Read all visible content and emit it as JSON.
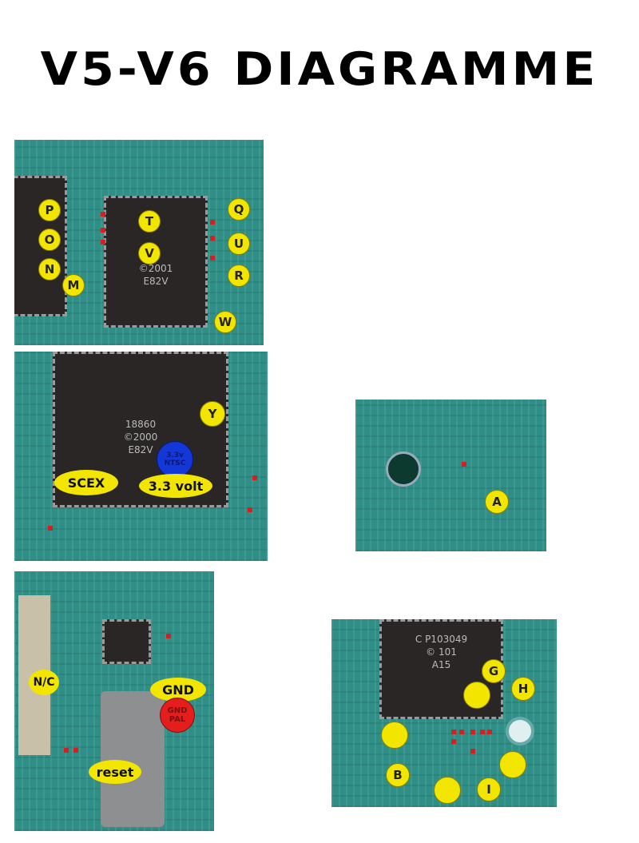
{
  "title": "V5-V6 DIAGRAMME",
  "panel1": {
    "labels": [
      "P",
      "O",
      "N",
      "M",
      "T",
      "V",
      "Q",
      "U",
      "R",
      "W"
    ],
    "chip_text": [
      "©2001",
      "E82V"
    ]
  },
  "panel2": {
    "chip_text": [
      "18860",
      "©2000",
      "E82V"
    ],
    "labels": {
      "y": "Y",
      "scex": "SCEX",
      "volt": "3.3 volt",
      "ntsc": "3.3v NTSC"
    }
  },
  "panel3": {
    "labels": [
      "A"
    ]
  },
  "panel4": {
    "labels": {
      "nc": "N/C",
      "gnd": "GND",
      "gnd_pal": "GND PAL",
      "reset": "reset"
    }
  },
  "panel5": {
    "chip_text": [
      "C P103049",
      "© 101",
      "A15"
    ],
    "labels": [
      "G",
      "H",
      "B",
      "I"
    ]
  }
}
